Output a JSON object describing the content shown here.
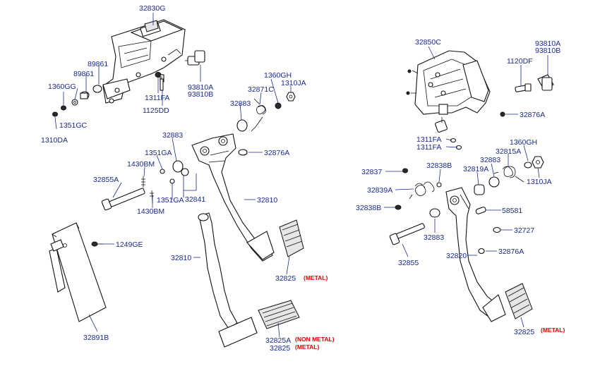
{
  "labels": {
    "p32830G": "32830G",
    "p89861a": "89861",
    "p89861b": "89861",
    "p1360GG": "1360GG",
    "p1351GC": "1351GC",
    "p1310DA": "1310DA",
    "p1311FA_l": "1311FA",
    "p1125DD": "1125DD",
    "p93810A_l": "93810A",
    "p93810B_l": "93810B",
    "p1360GH_l": "1360GH",
    "p1310JA_l": "1310JA",
    "p32871C": "32871C",
    "p32883_a": "32883",
    "p32883_b": "32883",
    "p32876A_l": "32876A",
    "p1351GA_a": "1351GA",
    "p1430BM_a": "1430BM",
    "p32855A": "32855A",
    "p1351GA_b": "1351GA",
    "p1430BM_b": "1430BM",
    "p32841": "32841",
    "p32810_a": "32810",
    "p32810_b": "32810",
    "p1249GE": "1249GE",
    "p32891B": "32891B",
    "p32825_a": "32825",
    "p32825A": "32825A",
    "p32825_b": "32825",
    "p32850C": "32850C",
    "p93810A_r": "93810A",
    "p93810B_r": "93810B",
    "p1120DF": "1120DF",
    "p32876A_r1": "32876A",
    "p1311FA_r1": "1311FA",
    "p1311FA_r2": "1311FA",
    "p1360GH_r": "1360GH",
    "p32815A": "32815A",
    "p32883_r1": "32883",
    "p32819A": "32819A",
    "p1310JA_r": "1310JA",
    "p32837": "32837",
    "p32838B_a": "32838B",
    "p32839A": "32839A",
    "p32838B_b": "32838B",
    "p58581": "58581",
    "p32727": "32727",
    "p32883_r2": "32883",
    "p32855": "32855",
    "p32820": "32820",
    "p32876A_r2": "32876A",
    "p32825_r": "32825"
  },
  "notes": {
    "metal_a": "(METAL)",
    "non_metal": "(NON METAL)",
    "metal_b": "(METAL)",
    "metal_r": "(METAL)"
  },
  "colors": {
    "label": "#1a2a8c",
    "note": "#e00000"
  }
}
